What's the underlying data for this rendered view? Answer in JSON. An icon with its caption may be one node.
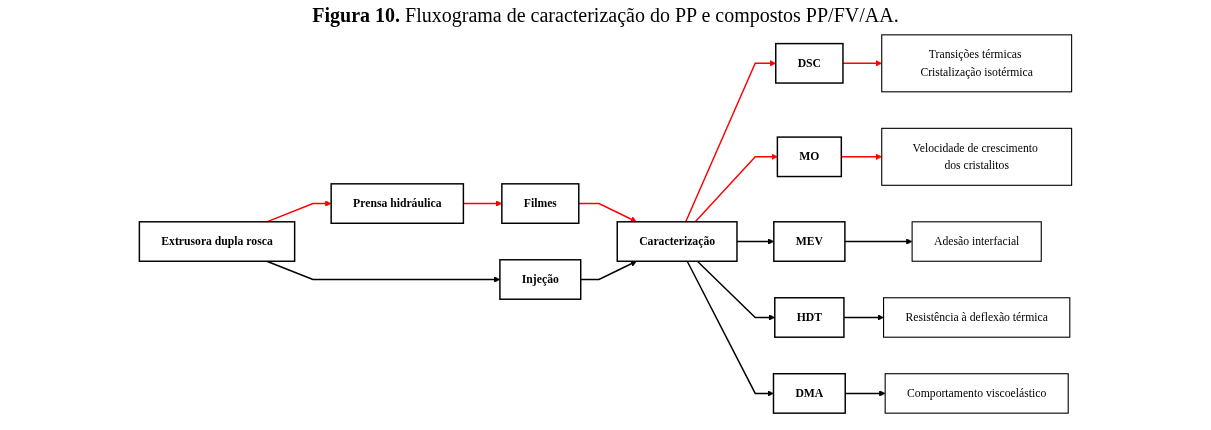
{
  "diagram": {
    "title": "**Figura 10.** Fluxograma de caracterização do PP e compostos PP/FV/AA.",
    "nodes": [
      {
        "text": [
          "Extrusora dupla rosca"
        ]
      },
      {
        "text": [
          "Prensa hidráulica"
        ]
      },
      {
        "text": [
          "Filmes"
        ]
      },
      {
        "text": [
          "Injeção"
        ]
      },
      {
        "text": [
          "Caracterização"
        ]
      },
      {
        "text": [
          "DSC"
        ]
      },
      {
        "text": [
          "MO"
        ]
      },
      {
        "text": [
          "MEV"
        ]
      },
      {
        "text": [
          "HDT"
        ]
      },
      {
        "text": [
          "DMA"
        ]
      },
      {
        "text": [
          "Transições térmicas Cristalização isotérmica"
        ]
      },
      {
        "text": [
          "Velocidade de crescimento dos cristalitos"
        ]
      },
      {
        "text": [
          "Adesão interfacial"
        ]
      },
      {
        "text": [
          "Resistência à deflexão térmica"
        ]
      },
      {
        "text": [
          "Comportamento viscoelástico"
        ]
      }
    ],
    "edges": [
      {
        "from": 0,
        "to": 1,
        "arrow": "to",
        "color": "#ff0000"
      },
      {
        "from": 1,
        "to": 2,
        "arrow": "to",
        "color": "#ff0000"
      },
      {
        "from": 2,
        "to": 4,
        "arrow": "to",
        "color": "#ff0000"
      },
      {
        "from": 0,
        "to": 3,
        "arrow": "to"
      },
      {
        "from": 3,
        "to": 4,
        "arrow": "to"
      },
      {
        "from": 4,
        "to": 5,
        "arrow": "to",
        "color": "#ff0000"
      },
      {
        "from": 4,
        "to": 6,
        "arrow": "to",
        "color": "#ff0000"
      },
      {
        "from": 4,
        "to": 7,
        "arrow": "to"
      },
      {
        "from": 4,
        "to": 8,
        "arrow": "to"
      },
      {
        "from": 4,
        "to": 9,
        "arrow": "to"
      },
      {
        "from": 5,
        "to": 10,
        "arrow": "to",
        "color": "#ff0000"
      },
      {
        "from": 6,
        "to": 11,
        "arrow": "to",
        "color": "#ff0000"
      },
      {
        "from": 7,
        "to": 12,
        "arrow": "to"
      },
      {
        "from": 8,
        "to": 13,
        "arrow": "to"
      },
      {
        "from": 9,
        "to": 14,
        "arrow": "to"
      }
    ]
  }
}
